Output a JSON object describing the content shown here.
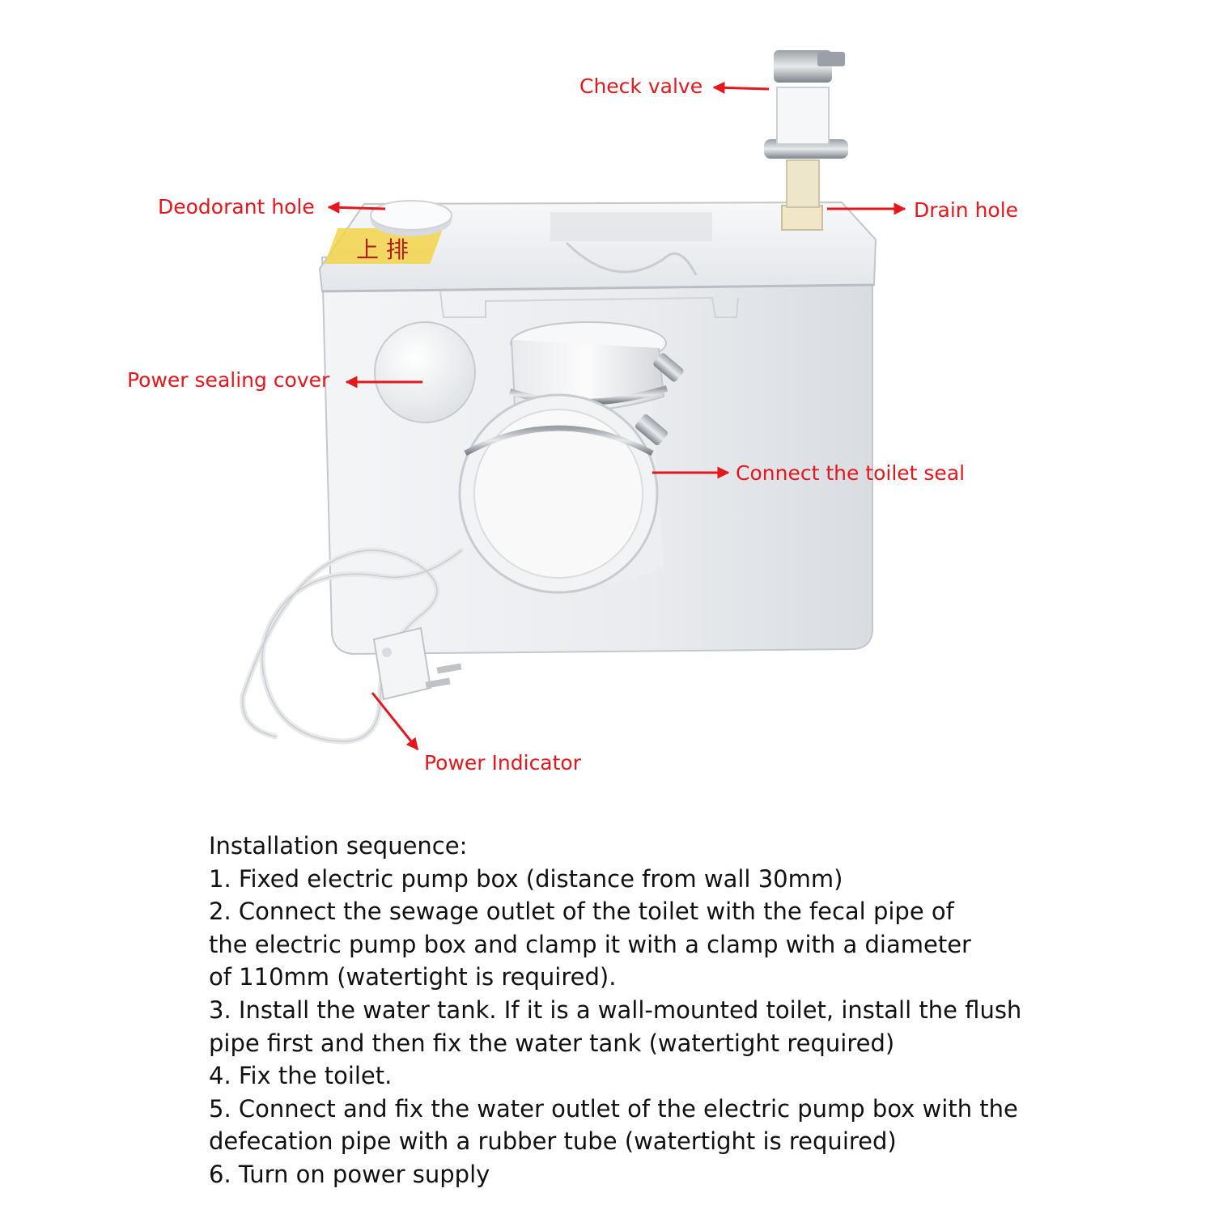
{
  "colors": {
    "callout_red": "#e3171c",
    "body_text": "#111111",
    "pump_body": "#eef0f2",
    "pump_shadow": "#cfd3d8"
  },
  "callouts": {
    "check_valve": "Check valve",
    "deodorant_hole": "Deodorant hole",
    "drain_hole": "Drain hole",
    "power_sealing_cover": "Power sealing cover",
    "connect_toilet_seal": "Connect the toilet seal",
    "power_indicator": "Power Indicator"
  },
  "instructions": {
    "heading": "Installation sequence:",
    "lines": [
      "1. Fixed electric pump box (distance from wall 30mm)",
      "2. Connect the sewage outlet of the toilet with the fecal pipe of",
      "the electric pump box and clamp it with a clamp with a diameter",
      "of 110mm (watertight is required).",
      "3. Install the water tank. If it is a wall-mounted toilet, install the flush",
      "pipe first and then fix the water tank (watertight required)",
      "4. Fix the toilet.",
      "5. Connect and fix the water outlet of the electric pump box with the",
      "defecation pipe with a rubber tube (watertight is required)",
      "6. Turn on power supply"
    ]
  },
  "product_label_text": "上 排"
}
